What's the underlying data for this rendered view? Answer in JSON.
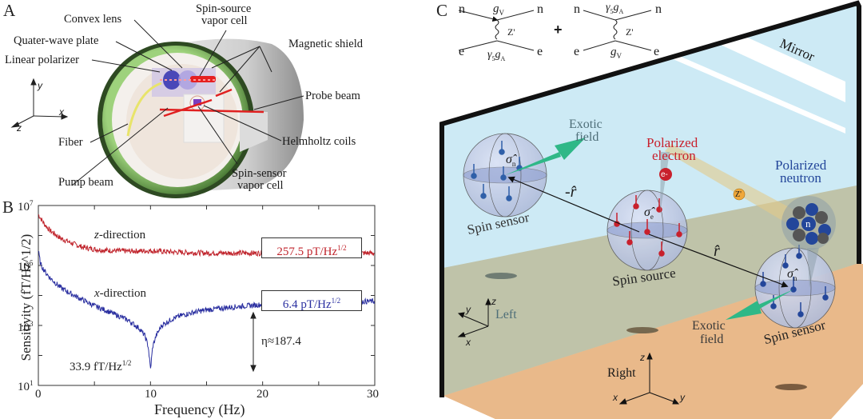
{
  "panel_a": {
    "letter": "A",
    "labels": {
      "convex_lens": "Convex lens",
      "quarter_wave_plate": "Quater-wave plate",
      "linear_polarizer": "Linear polarizer",
      "spin_source_cell_1": "Spin-source",
      "spin_source_cell_2": "vapor cell",
      "magnetic_shield": "Magnetic shield",
      "probe_beam": "Probe beam",
      "helmholtz_coils": "Helmholtz coils",
      "fiber": "Fiber",
      "pump_beam": "Pump beam",
      "spin_sensor_cell_1": "Spin-sensor",
      "spin_sensor_cell_2": "vapor cell"
    },
    "axes": {
      "y": "y",
      "x": "x",
      "z": "z"
    },
    "colors": {
      "shield_green": "#6fae4a",
      "shield_gray": "#b8b8b8",
      "beam_red": "#e02020",
      "fiber_yellow": "#e8e46a"
    }
  },
  "panel_b": {
    "letter": "B",
    "z_label_italic": "z",
    "z_label_rest": "-direction",
    "x_label_italic": "x",
    "x_label_rest": "-direction",
    "z_box": "257.5 pT/Hz",
    "x_box": "6.4 pT/Hz",
    "half_sup": "1/2",
    "min_label": "33.9 fT/Hz",
    "eta_label": "η≈187.4",
    "colors": {
      "z": "#c0242c",
      "x": "#2a2fa0"
    }
  },
  "chart_data": {
    "type": "line",
    "title": "",
    "xlabel": "Frequency (Hz)",
    "ylabel": "Sensitivity (fT/Hz^1/2)",
    "xlim": [
      0,
      30
    ],
    "ylim": [
      10,
      10000000
    ],
    "yscale": "log",
    "x_ticks": [
      "0",
      "10",
      "20",
      "30"
    ],
    "y_ticks": [
      {
        "base": "10",
        "exp": "1"
      },
      {
        "base": "10",
        "exp": "3"
      },
      {
        "base": "10",
        "exp": "5"
      },
      {
        "base": "10",
        "exp": "7"
      }
    ],
    "grid": false,
    "series": [
      {
        "name": "z-direction",
        "color": "#c0242c",
        "x": [
          0,
          0.5,
          1,
          2,
          3,
          4,
          5,
          6,
          8,
          10,
          12,
          15,
          20,
          25,
          30
        ],
        "y": [
          5000000,
          2500000,
          1500000,
          800000,
          550000,
          400000,
          350000,
          320000,
          300000,
          310000,
          280000,
          260000,
          257500,
          257500,
          257500
        ]
      },
      {
        "name": "x-direction",
        "color": "#2a2fa0",
        "x": [
          0,
          0.2,
          0.5,
          1,
          2,
          3,
          4,
          5,
          6,
          7,
          8,
          9,
          9.5,
          9.8,
          10,
          10.2,
          10.5,
          11,
          12,
          13,
          14,
          15,
          17,
          20,
          25,
          30
        ],
        "y": [
          300000,
          110000,
          70000,
          40000,
          18000,
          11000,
          7000,
          4500,
          3200,
          2200,
          1500,
          800,
          450,
          200,
          33.9,
          200,
          450,
          1000,
          1700,
          2300,
          2800,
          3300,
          4000,
          5000,
          6000,
          6400
        ]
      }
    ],
    "annotations": [
      {
        "text": "257.5 pT/Hz^1/2",
        "series": "z-direction"
      },
      {
        "text": "6.4 pT/Hz^1/2",
        "series": "x-direction"
      },
      {
        "text": "33.9 fT/Hz^1/2",
        "x": 10,
        "y": 33.9
      },
      {
        "text": "η≈187.4",
        "x": 19
      }
    ]
  },
  "panel_c": {
    "letter": "C",
    "feynman": {
      "n": "n",
      "e": "e",
      "gv": "g",
      "gv_sub": "V",
      "ga_gamma": "γ",
      "ga_gamma_sub": "5",
      "ga": "g",
      "ga_sub": "A",
      "zprime": "Z'",
      "plus": "+"
    },
    "mirror": "Mirror",
    "exotic_field_1": "Exotic",
    "exotic_field_2": "field",
    "polarized_electron_1": "Polarized",
    "polarized_electron_2": "electron",
    "polarized_neutron_1": "Polarized",
    "polarized_neutron_2": "neutron",
    "e_minus": "e-",
    "z_particle": "Z'",
    "n_particle": "n",
    "spin_sensor": "Spin sensor",
    "spin_source": "Spin source",
    "sigma": "σ̂",
    "sigma_n_sub": "n",
    "sigma_e_sub": "e",
    "r_hat": "r̂",
    "minus_r_hat": "-r̂",
    "left": "Left",
    "right": "Right",
    "axes": {
      "x": "x",
      "y": "y",
      "z": "z"
    },
    "colors": {
      "wall": "#cdeaf5",
      "floor_left": "#bfc3a9",
      "floor_right": "#e9b98a",
      "electron": "#c8202c",
      "neutron": "#23469a",
      "exotic": "#2fb887",
      "label_teal": "#4e6e78"
    }
  }
}
